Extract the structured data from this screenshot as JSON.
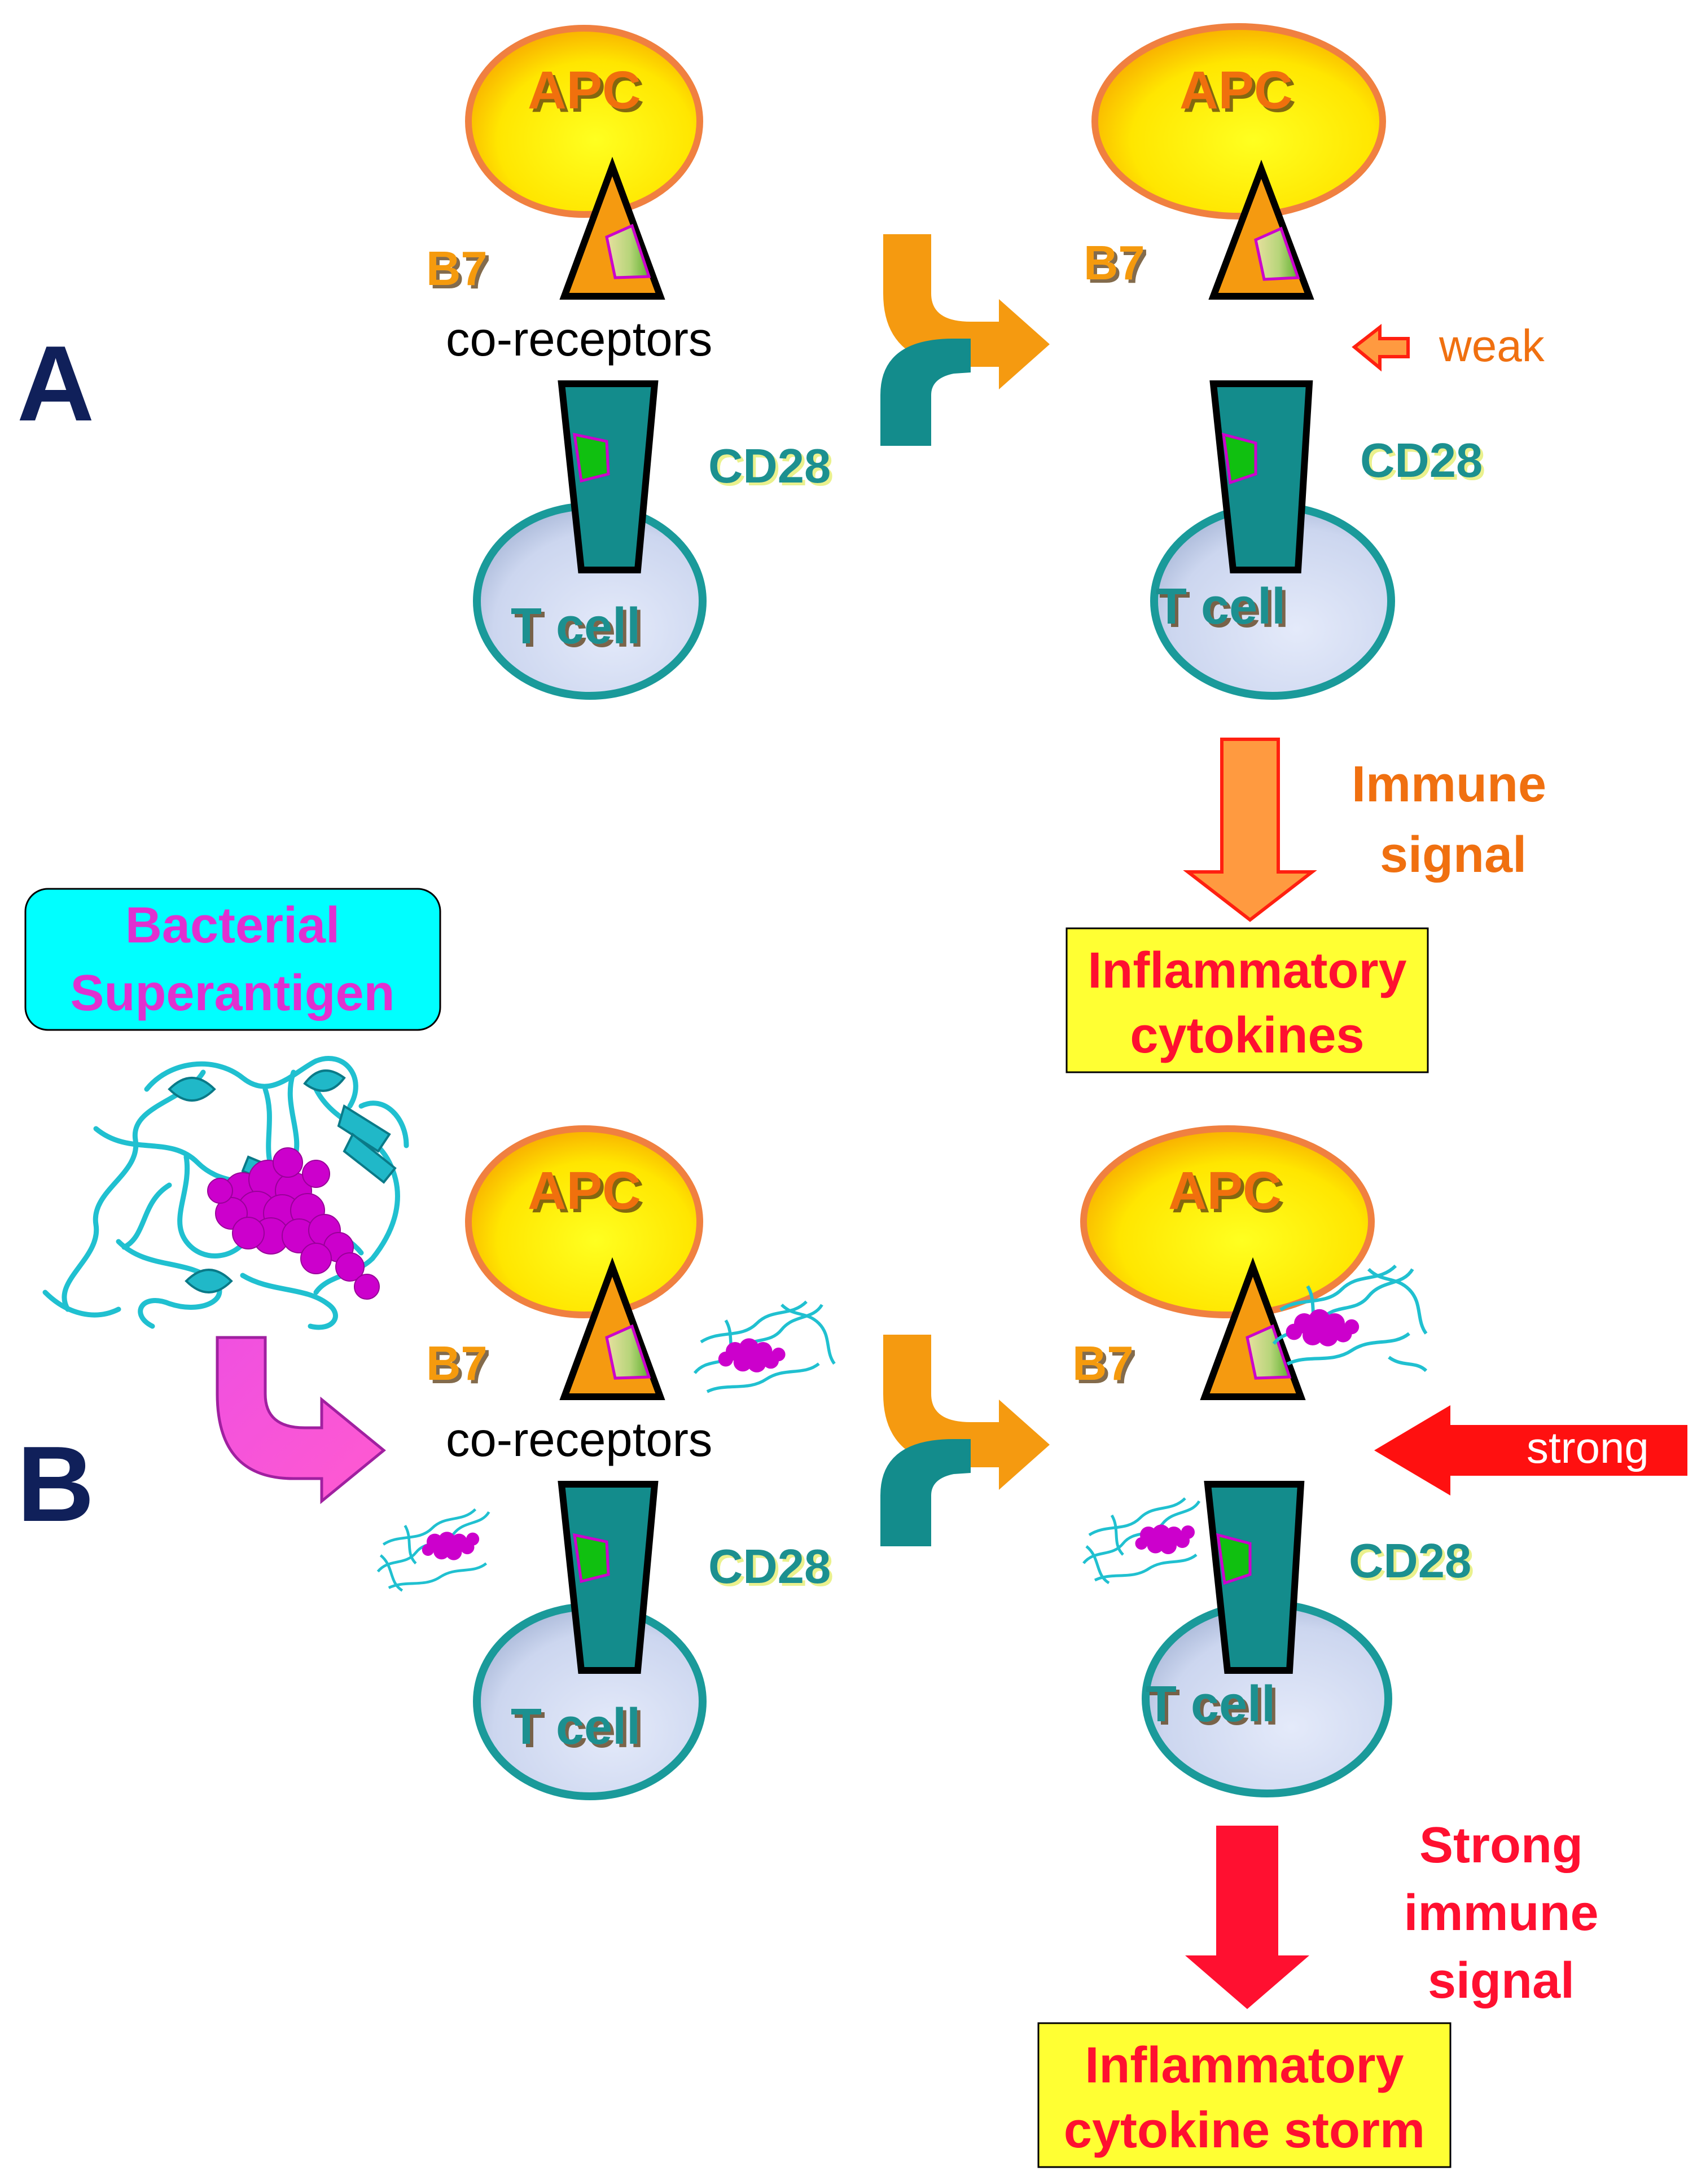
{
  "panel_labels": {
    "a": "A",
    "b": "B"
  },
  "cells": {
    "apc": "APC",
    "t_cell": "T cell"
  },
  "molecules": {
    "b7": "B7",
    "cd28": "CD28",
    "co_receptors": "co-receptors"
  },
  "signals": {
    "weak": "weak",
    "strong": "strong",
    "immune_signal_line1": "Immune",
    "immune_signal_line2": "signal",
    "strong_signal_line1": "Strong",
    "strong_signal_line2": "immune",
    "strong_signal_line3": "signal"
  },
  "outcomes": {
    "a_line1": "Inflammatory",
    "a_line2": "cytokines",
    "b_line1": "Inflammatory",
    "b_line2": "cytokine storm"
  },
  "superantigen": {
    "line1": "Bacterial",
    "line2": "Superantigen"
  },
  "colors": {
    "apc_fill": "#ffee00",
    "apc_stroke": "#f08040",
    "tcell_fill": "#d0daf0",
    "tcell_stroke": "#1a9a9a",
    "b7_fill": "#f59a10",
    "cd28_fill": "#138c8c",
    "text_orange": "#f07010",
    "text_red": "#ff1030",
    "text_teal": "#1a9090",
    "text_navy": "#10205a",
    "text_magenta": "#e030d0",
    "outcome_box": "#ffff33",
    "superantigen_box": "#00ffff",
    "protein_cyan": "#20c0d0",
    "protein_magenta": "#cc00cc"
  }
}
